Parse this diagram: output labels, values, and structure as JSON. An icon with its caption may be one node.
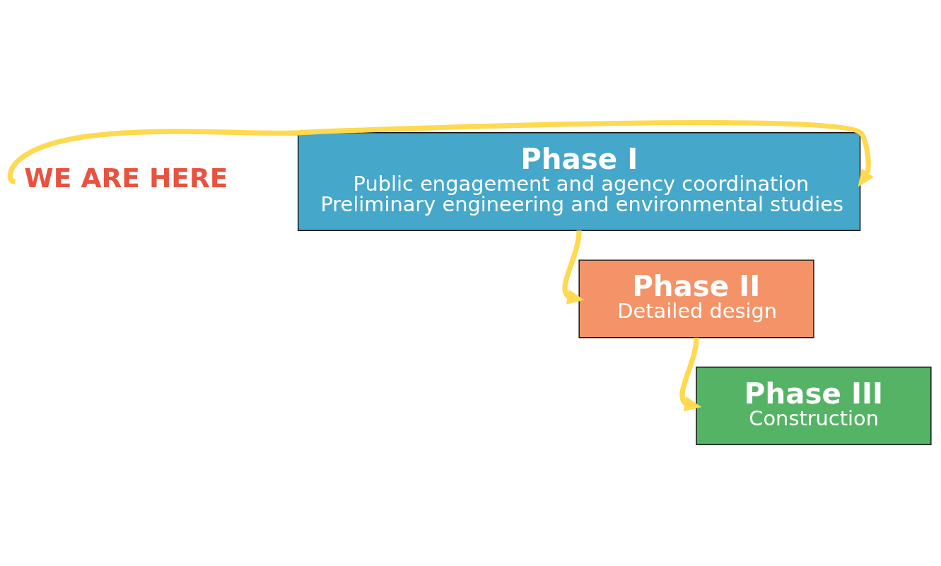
{
  "diagram": {
    "nodes": [
      {
        "text": [
          "Phase I",
          "Public engagement and agency coordination",
          "Preliminary engineering and environmental studies"
        ]
      },
      {
        "text": [
          "Phase II",
          "Detailed design"
        ]
      },
      {
        "text": [
          "Phase III",
          "Construction"
        ]
      },
      {
        "text": [
          "WE ARE HERE"
        ]
      }
    ],
    "edges": [
      {
        "from": 3,
        "to": 0,
        "arrow": "to"
      },
      {
        "from": 0,
        "to": 1,
        "arrow": "to"
      },
      {
        "from": 1,
        "to": 2,
        "arrow": "to"
      }
    ]
  }
}
